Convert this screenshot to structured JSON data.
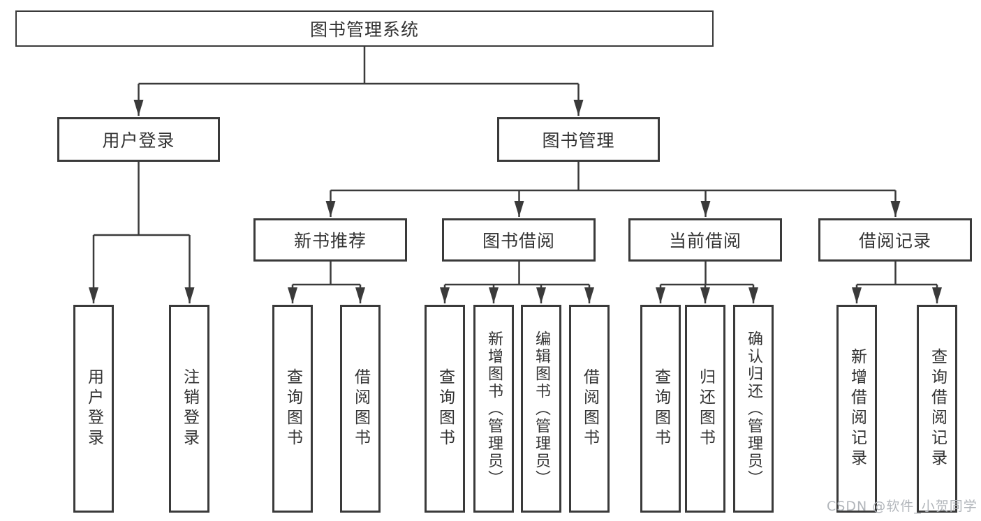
{
  "root": {
    "label": "图书管理系统"
  },
  "nodes": {
    "userLogin": {
      "label": "用户登录"
    },
    "bookManagement": {
      "label": "图书管理"
    },
    "newBooks": {
      "label": "新书推荐"
    },
    "bookBorrow": {
      "label": "图书借阅"
    },
    "currentBorrow": {
      "label": "当前借阅"
    },
    "borrowRecords": {
      "label": "借阅记录"
    }
  },
  "leaves": {
    "userLogin": [
      "用户登录",
      "注销登录"
    ],
    "newBooks": [
      "查询图书",
      "借阅图书"
    ],
    "bookBorrow": [
      "查询图书",
      "新增图书（管理员）",
      "编辑图书（管理员）",
      "借阅图书"
    ],
    "currentBorrow": [
      "查询图书",
      "归还图书",
      "确认归还（管理员）"
    ],
    "borrowRecords": [
      "新增借阅记录",
      "查询借阅记录"
    ]
  },
  "watermark": "CSDN @软件_小贺同学",
  "colors": {
    "line": "#3a3a3a",
    "box_border": "#3a3a3a",
    "box_background": "#ffffff",
    "text": "#333333",
    "watermark": "#b2b6bb",
    "background": "#ffffff"
  }
}
